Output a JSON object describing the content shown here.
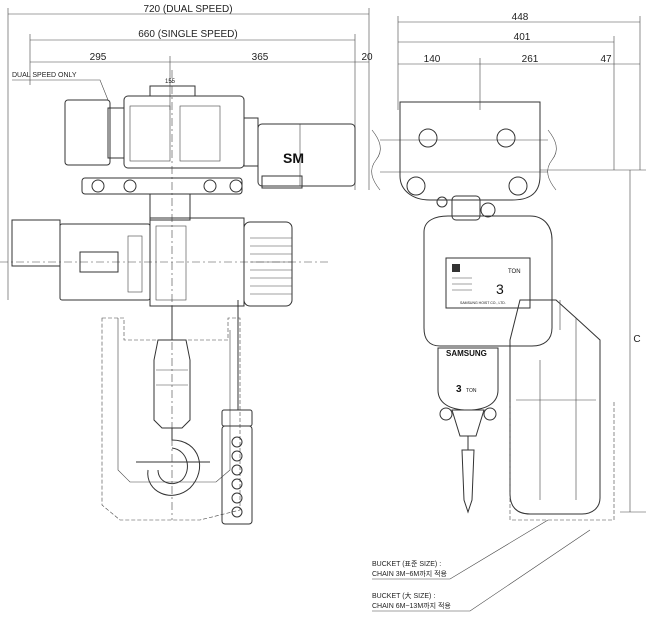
{
  "dimensions": {
    "dual_speed_total": "720 (DUAL SPEED)",
    "single_speed_total": "660 (SINGLE SPEED)",
    "left_offset": "295",
    "right_offset": "365",
    "end_gap": "20",
    "center_small": "155",
    "side_total": "448",
    "side_mid": "401",
    "side_left": "140",
    "side_right": "261",
    "side_end": "47",
    "height_c": "C"
  },
  "labels": {
    "dual_speed_only": "DUAL SPEED ONLY",
    "brand": "SAMSUNG",
    "motor_logo": "SM",
    "capacity_plate": "3",
    "capacity_plate_unit": "TON",
    "capacity_badge": "3",
    "capacity_badge_unit": "TON",
    "nameplate_maker": "SAMSUNG HOIST CO., LTD.",
    "bucket_std_line1": "BUCKET (표준 SIZE) :",
    "bucket_std_line2": "CHAIN 3M~6M까지 적용",
    "bucket_l_line1": "BUCKET (大 SIZE) :",
    "bucket_l_line2": "CHAIN 6M~13M까지 적용"
  }
}
